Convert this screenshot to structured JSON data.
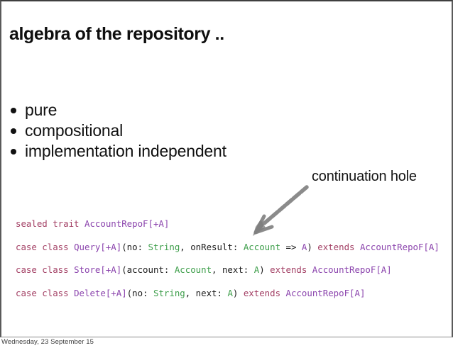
{
  "slide": {
    "title": "algebra of the repository ..",
    "bullets": [
      "pure",
      "compositional",
      "implementation independent"
    ],
    "annotation": {
      "label": "continuation hole",
      "arrow_icon": "hand-drawn-arrow-down-left"
    },
    "code": {
      "lines": [
        [
          {
            "t": "sealed trait ",
            "c": "kw"
          },
          {
            "t": "AccountRepoF[+A]",
            "c": "type"
          }
        ],
        [
          {
            "t": "case class ",
            "c": "kw"
          },
          {
            "t": "Query[+A]",
            "c": "type"
          },
          {
            "t": "(no: ",
            "c": "plain"
          },
          {
            "t": "String",
            "c": "green"
          },
          {
            "t": ", onResult: ",
            "c": "plain"
          },
          {
            "t": "Account",
            "c": "green"
          },
          {
            "t": " => ",
            "c": "plain"
          },
          {
            "t": "A",
            "c": "type"
          },
          {
            "t": ") ",
            "c": "plain"
          },
          {
            "t": "extends",
            "c": "kw"
          },
          {
            "t": " ",
            "c": "plain"
          },
          {
            "t": "AccountRepoF[A]",
            "c": "type"
          }
        ],
        [
          {
            "t": "case class ",
            "c": "kw"
          },
          {
            "t": "Store[+A]",
            "c": "type"
          },
          {
            "t": "(account: ",
            "c": "plain"
          },
          {
            "t": "Account",
            "c": "green"
          },
          {
            "t": ", next: ",
            "c": "plain"
          },
          {
            "t": "A",
            "c": "green"
          },
          {
            "t": ") ",
            "c": "plain"
          },
          {
            "t": "extends",
            "c": "kw"
          },
          {
            "t": " ",
            "c": "plain"
          },
          {
            "t": "AccountRepoF[A]",
            "c": "type"
          }
        ],
        [
          {
            "t": "case class ",
            "c": "kw"
          },
          {
            "t": "Delete[+A]",
            "c": "type"
          },
          {
            "t": "(no: ",
            "c": "plain"
          },
          {
            "t": "String",
            "c": "green"
          },
          {
            "t": ", next: ",
            "c": "plain"
          },
          {
            "t": "A",
            "c": "green"
          },
          {
            "t": ") ",
            "c": "plain"
          },
          {
            "t": "extends",
            "c": "kw"
          },
          {
            "t": " ",
            "c": "plain"
          },
          {
            "t": "AccountRepoF[A]",
            "c": "type"
          }
        ]
      ]
    }
  },
  "footer": {
    "date": "Wednesday, 23 September 15"
  },
  "colors": {
    "keyword": "#a23e63",
    "type": "#8b44ad",
    "type_green": "#3d9e4a",
    "plain": "#1b1b1b",
    "arrow": "#7c7c7c"
  }
}
